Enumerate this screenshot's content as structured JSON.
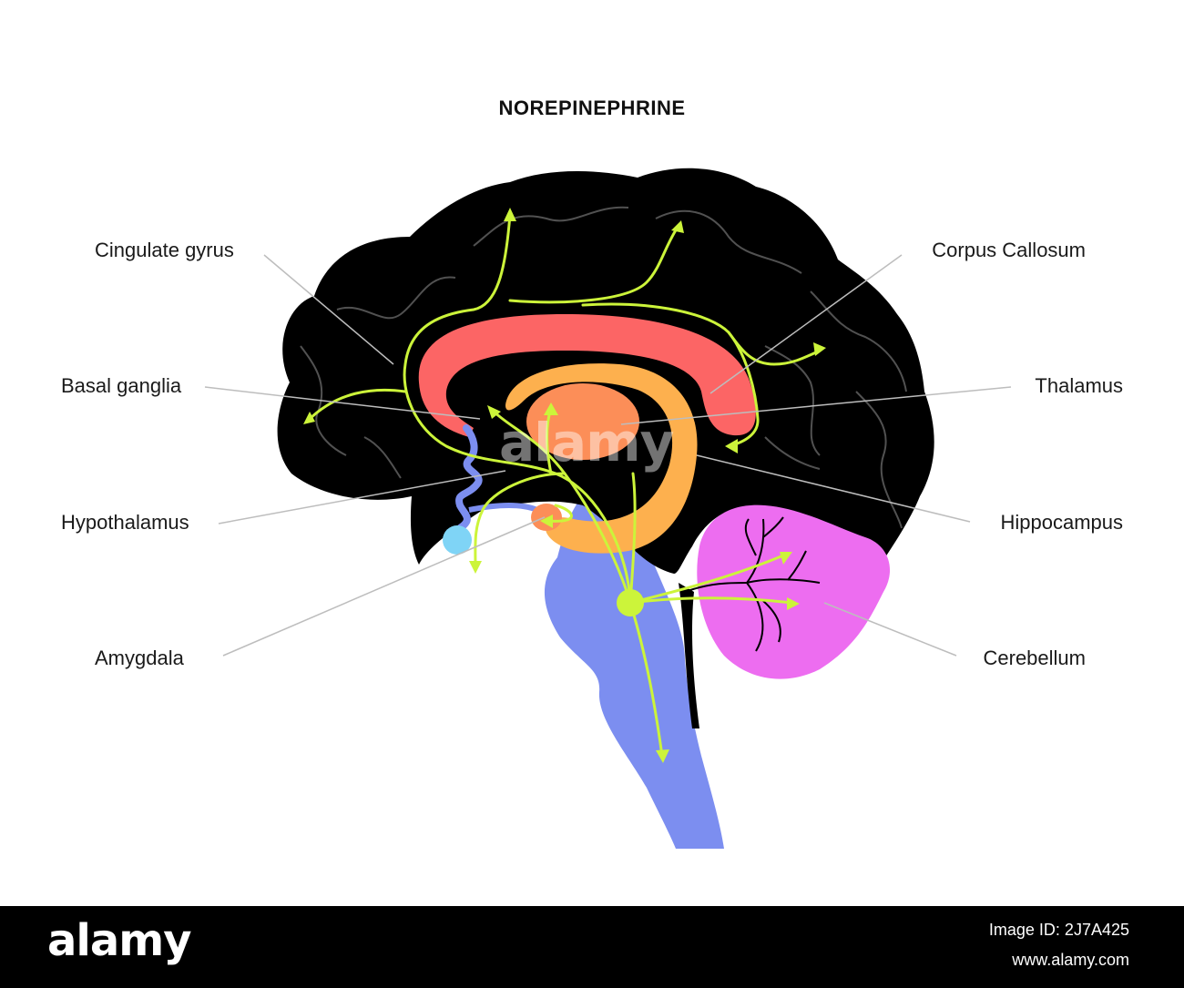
{
  "title": "NOREPINEPHRINE",
  "labels": {
    "cingulate_gyrus": "Cingulate gyrus",
    "basal_ganglia": "Basal ganglia",
    "hypothalamus": "Hypothalamus",
    "amygdala": "Amygdala",
    "corpus_callosum": "Corpus Callosum",
    "thalamus": "Thalamus",
    "hippocampus": "Hippocampus",
    "cerebellum": "Cerebellum"
  },
  "colors": {
    "cortex": "#000000",
    "gyri_lines": "#5a5a5a",
    "corpus_callosum": "#fc6565",
    "hippocampus": "#fdb04e",
    "thalamus": "#fc8e58",
    "brainstem": "#7c8ef0",
    "cerebellum": "#ed6df0",
    "amygdala": "#7fd4f6",
    "pathways": "#ccf43a",
    "leader_lines": "#bdbdbd"
  },
  "watermark": {
    "text": "alamy",
    "image_id": "Image ID: 2J7A425",
    "url": "www.alamy.com"
  }
}
